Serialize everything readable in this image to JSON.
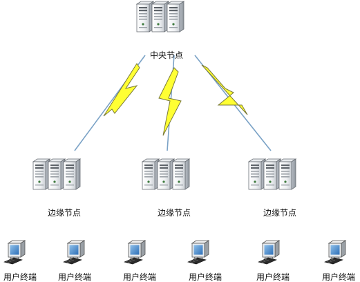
{
  "central_node": {
    "label": "中央节点",
    "icon": "server-cluster-icon"
  },
  "edge_nodes": [
    {
      "label": "边缘节点",
      "icon": "server-cluster-icon"
    },
    {
      "label": "边缘节点",
      "icon": "server-cluster-icon"
    },
    {
      "label": "边缘节点",
      "icon": "server-cluster-icon"
    }
  ],
  "user_terminals": [
    {
      "label": "用户终端",
      "icon": "computer-icon"
    },
    {
      "label": "用户终端",
      "icon": "computer-icon"
    },
    {
      "label": "用户终端",
      "icon": "computer-icon"
    },
    {
      "label": "用户终端",
      "icon": "computer-icon"
    },
    {
      "label": "用户终端",
      "icon": "computer-icon"
    },
    {
      "label": "用户终端",
      "icon": "computer-icon"
    }
  ],
  "links": [
    {
      "from": "central",
      "to": "edge-0",
      "style": "lightning"
    },
    {
      "from": "central",
      "to": "edge-1",
      "style": "lightning"
    },
    {
      "from": "central",
      "to": "edge-2",
      "style": "lightning"
    }
  ],
  "colors": {
    "lightning_fill": "#ffff33",
    "lightning_stroke": "#7a7a3a",
    "link_line": "#7aa2c6"
  }
}
